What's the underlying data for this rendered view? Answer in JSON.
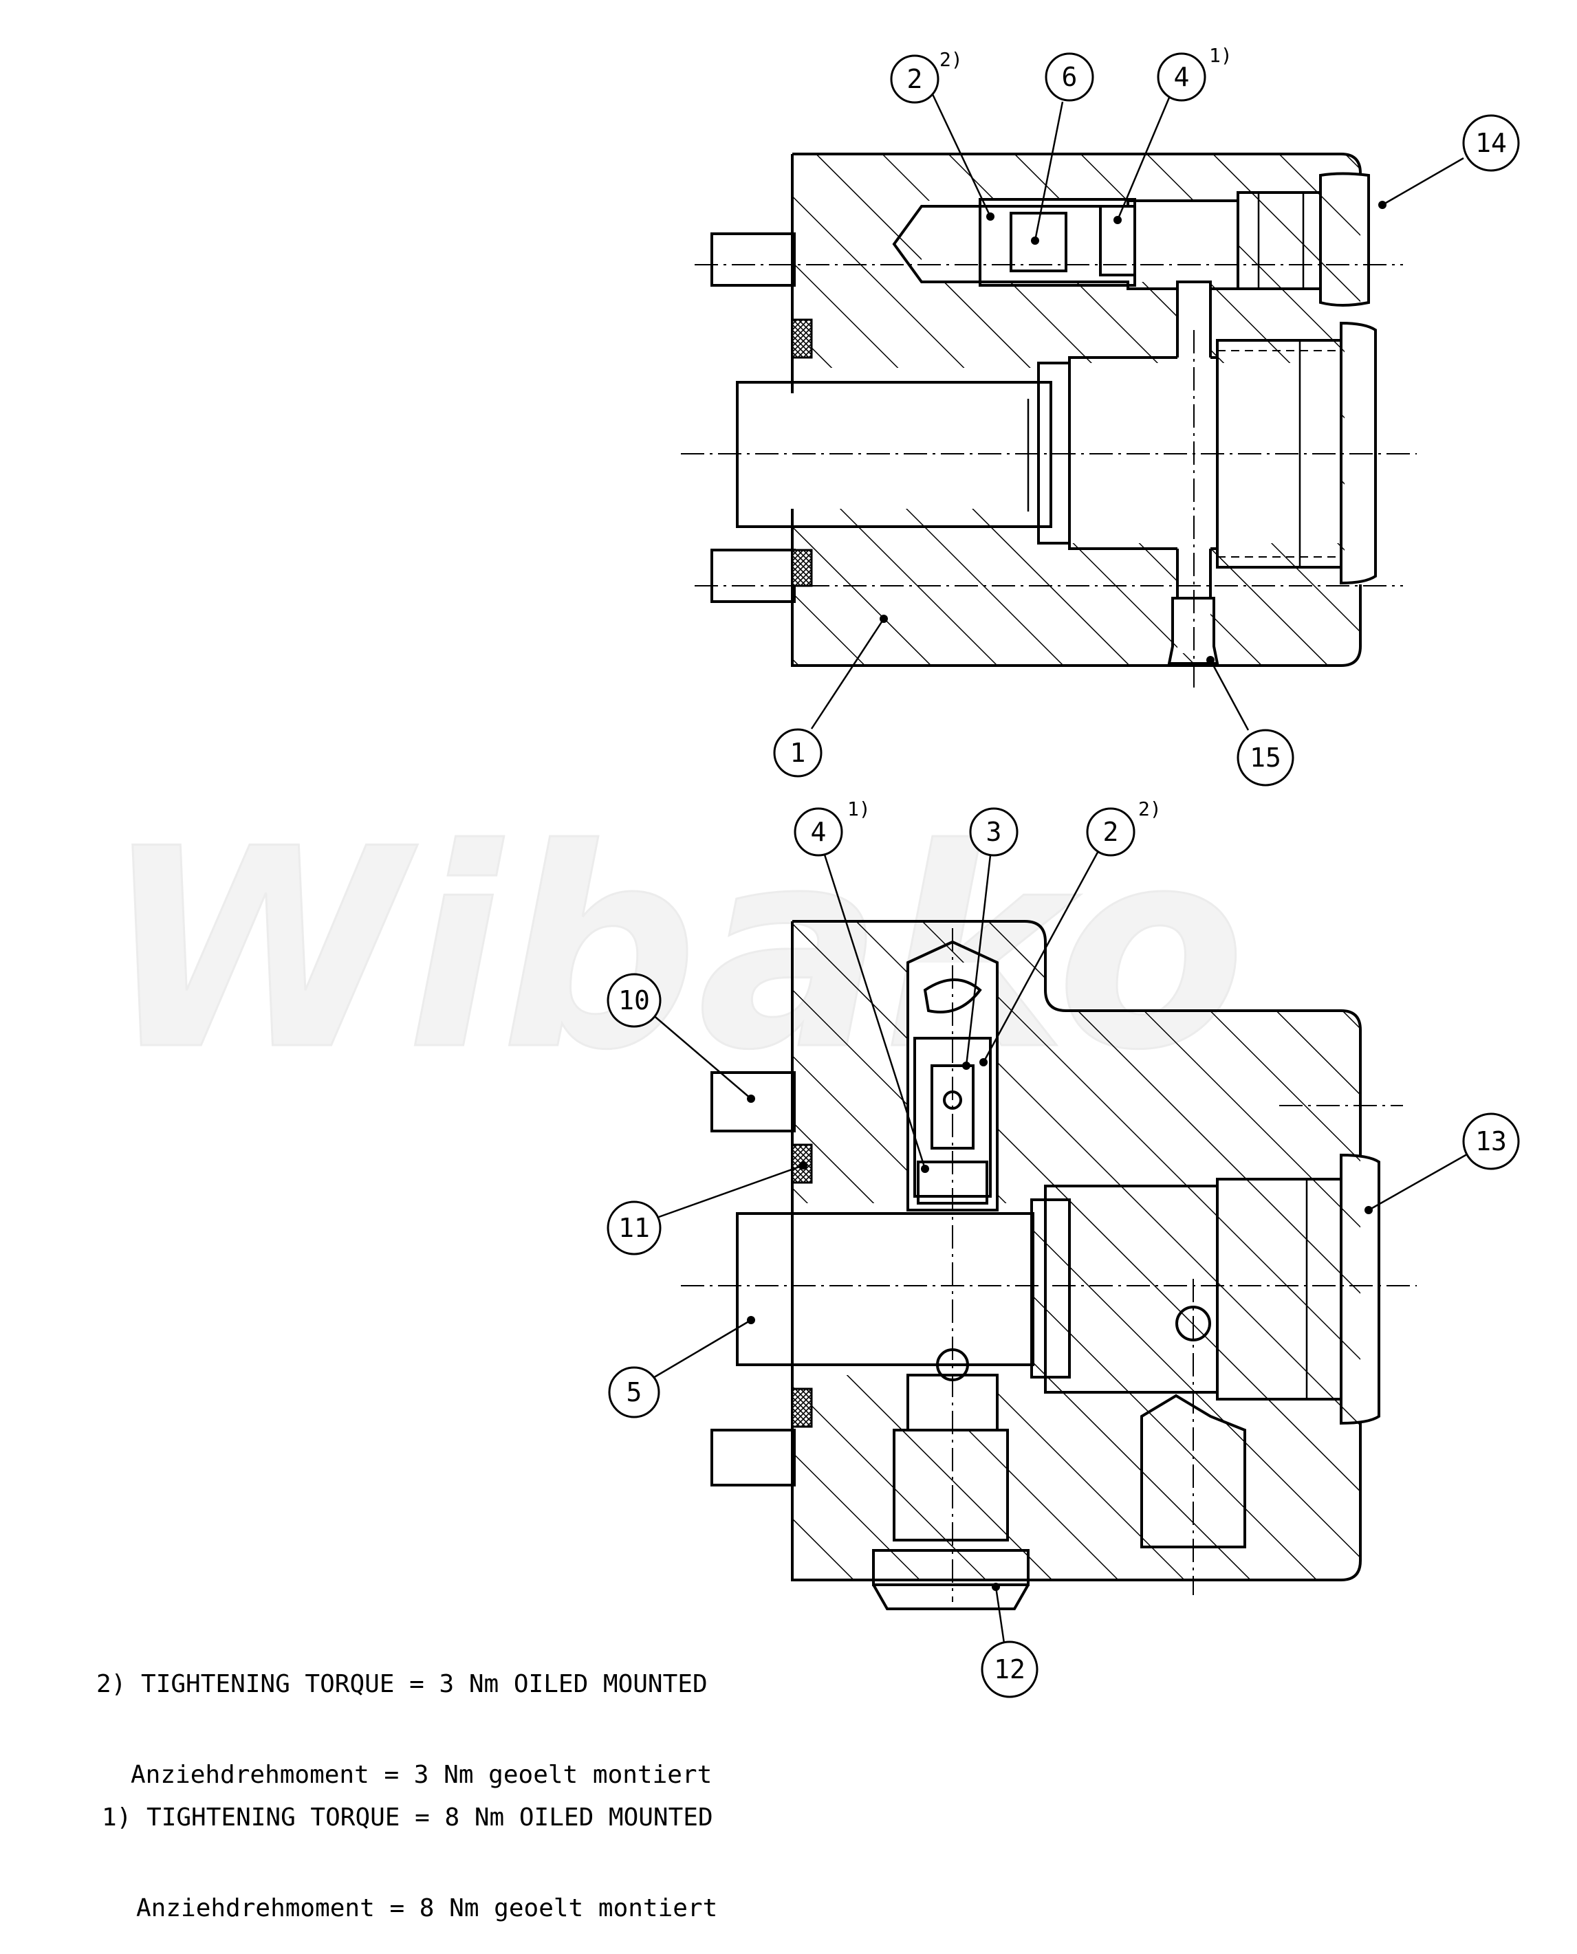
{
  "watermark": "Wibako",
  "balloons": {
    "top_2": "2",
    "top_6": "6",
    "top_4": "4",
    "top_14": "14",
    "top_1": "1",
    "top_15": "15",
    "bot_4": "4",
    "bot_3": "3",
    "bot_2": "2",
    "bot_10": "10",
    "bot_11": "11",
    "bot_13": "13",
    "bot_5": "5",
    "bot_12": "12"
  },
  "superscripts": {
    "note2": "2)",
    "note1": "1)"
  },
  "notes": {
    "note2_line1": "2) TIGHTENING TORQUE = 3 Nm OILED MOUNTED",
    "note2_line2": "Anziehdrehmoment = 3 Nm geoelt montiert",
    "note1_line1": "1) TIGHTENING TORQUE = 8 Nm OILED MOUNTED",
    "note1_line2": "Anziehdrehmoment = 8 Nm geoelt montiert"
  }
}
